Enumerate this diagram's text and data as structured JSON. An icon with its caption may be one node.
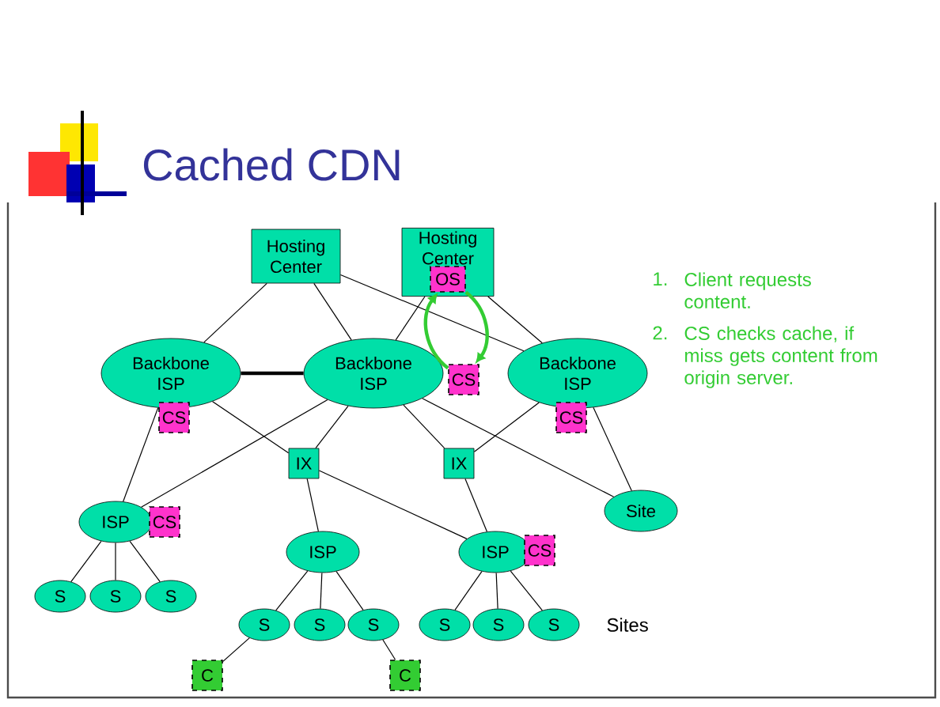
{
  "diagram": {
    "title": "Cached CDN",
    "nodes": [
      {
        "text": [
          "Hosting Center"
        ]
      },
      {
        "text": [
          "Hosting Center"
        ]
      },
      {
        "text": [
          "OS"
        ],
        "in": 1
      },
      {
        "text": [
          "Backbone ISP"
        ]
      },
      {
        "text": [
          "CS"
        ]
      },
      {
        "text": [
          "Backbone ISP"
        ]
      },
      {
        "text": [
          "CS"
        ]
      },
      {
        "text": [
          "Backbone ISP"
        ]
      },
      {
        "text": [
          "CS"
        ]
      },
      {
        "text": [
          "IX"
        ]
      },
      {
        "text": [
          "IX"
        ]
      },
      {
        "text": [
          "ISP"
        ]
      },
      {
        "text": [
          "CS"
        ]
      },
      {
        "text": [
          "Site"
        ]
      },
      {
        "text": [
          "ISP"
        ]
      },
      {
        "text": [
          "ISP"
        ]
      },
      {
        "text": [
          "CS"
        ]
      },
      {
        "text": [
          "S"
        ]
      },
      {
        "text": [
          "S"
        ]
      },
      {
        "text": [
          "S"
        ]
      },
      {
        "text": [
          "S"
        ]
      },
      {
        "text": [
          "S"
        ]
      },
      {
        "text": [
          "S"
        ]
      },
      {
        "text": [
          "S"
        ]
      },
      {
        "text": [
          "S"
        ]
      },
      {
        "text": [
          "S"
        ]
      },
      {
        "text": [
          "C"
        ]
      },
      {
        "text": [
          "C"
        ]
      }
    ],
    "edges": [
      {
        "from": 0,
        "to": 3,
        "arrow": "none"
      },
      {
        "from": 0,
        "to": 5,
        "arrow": "none"
      },
      {
        "from": 1,
        "to": 5,
        "arrow": "none"
      },
      {
        "from": 1,
        "to": 7,
        "arrow": "none"
      },
      {
        "from": 0,
        "to": 7,
        "arrow": "none"
      },
      {
        "from": 3,
        "to": 5,
        "arrow": "none",
        "style": "thick"
      },
      {
        "from": 3,
        "to": 11,
        "arrow": "none"
      },
      {
        "from": 3,
        "to": 9,
        "arrow": "none"
      },
      {
        "from": 5,
        "to": 11,
        "arrow": "none"
      },
      {
        "from": 5,
        "to": 9,
        "arrow": "none"
      },
      {
        "from": 5,
        "to": 10,
        "arrow": "none"
      },
      {
        "from": 5,
        "to": 13,
        "arrow": "none"
      },
      {
        "from": 7,
        "to": 10,
        "arrow": "none"
      },
      {
        "from": 7,
        "to": 13,
        "arrow": "none"
      },
      {
        "from": 9,
        "to": 14,
        "arrow": "none"
      },
      {
        "from": 9,
        "to": 15,
        "arrow": "none"
      },
      {
        "from": 10,
        "to": 15,
        "arrow": "none"
      },
      {
        "from": 11,
        "to": 17,
        "arrow": "none"
      },
      {
        "from": 11,
        "to": 18,
        "arrow": "none"
      },
      {
        "from": 11,
        "to": 19,
        "arrow": "none"
      },
      {
        "from": 14,
        "to": 20,
        "arrow": "none"
      },
      {
        "from": 14,
        "to": 21,
        "arrow": "none"
      },
      {
        "from": 14,
        "to": 22,
        "arrow": "none"
      },
      {
        "from": 15,
        "to": 23,
        "arrow": "none"
      },
      {
        "from": 15,
        "to": 24,
        "arrow": "none"
      },
      {
        "from": 15,
        "to": 25,
        "arrow": "none"
      },
      {
        "from": 20,
        "to": 26,
        "arrow": "none"
      },
      {
        "from": 22,
        "to": 27,
        "arrow": "none"
      },
      {
        "from": 6,
        "to": 2,
        "arrow": "to",
        "style": "thick",
        "color": "#33cc33"
      },
      {
        "from": 2,
        "to": 6,
        "arrow": "to",
        "style": "thick",
        "color": "#33cc33"
      }
    ],
    "labels": [
      "1.",
      "Client requests content.",
      "2.",
      "CS checks cache, if miss gets content from origin server.",
      "Sites"
    ]
  }
}
